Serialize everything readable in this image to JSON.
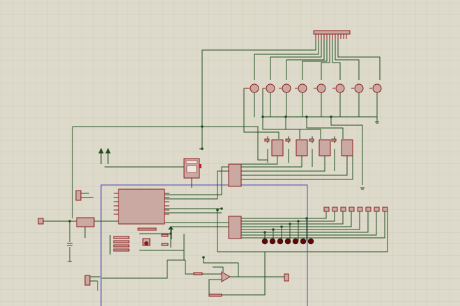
{
  "canvas": {
    "background": "#dedacb",
    "grid_color": "#c8c6b2",
    "wire_color": "#1e4d1e",
    "component_fill": "#c9a9a2",
    "component_stroke": "#8b1a1a",
    "frame_color": "#4545b5"
  },
  "components": {
    "header_connector": "pin-header",
    "mosfets": 8,
    "driver_ics": 4,
    "leds": 8,
    "small_connectors_right": 8
  }
}
